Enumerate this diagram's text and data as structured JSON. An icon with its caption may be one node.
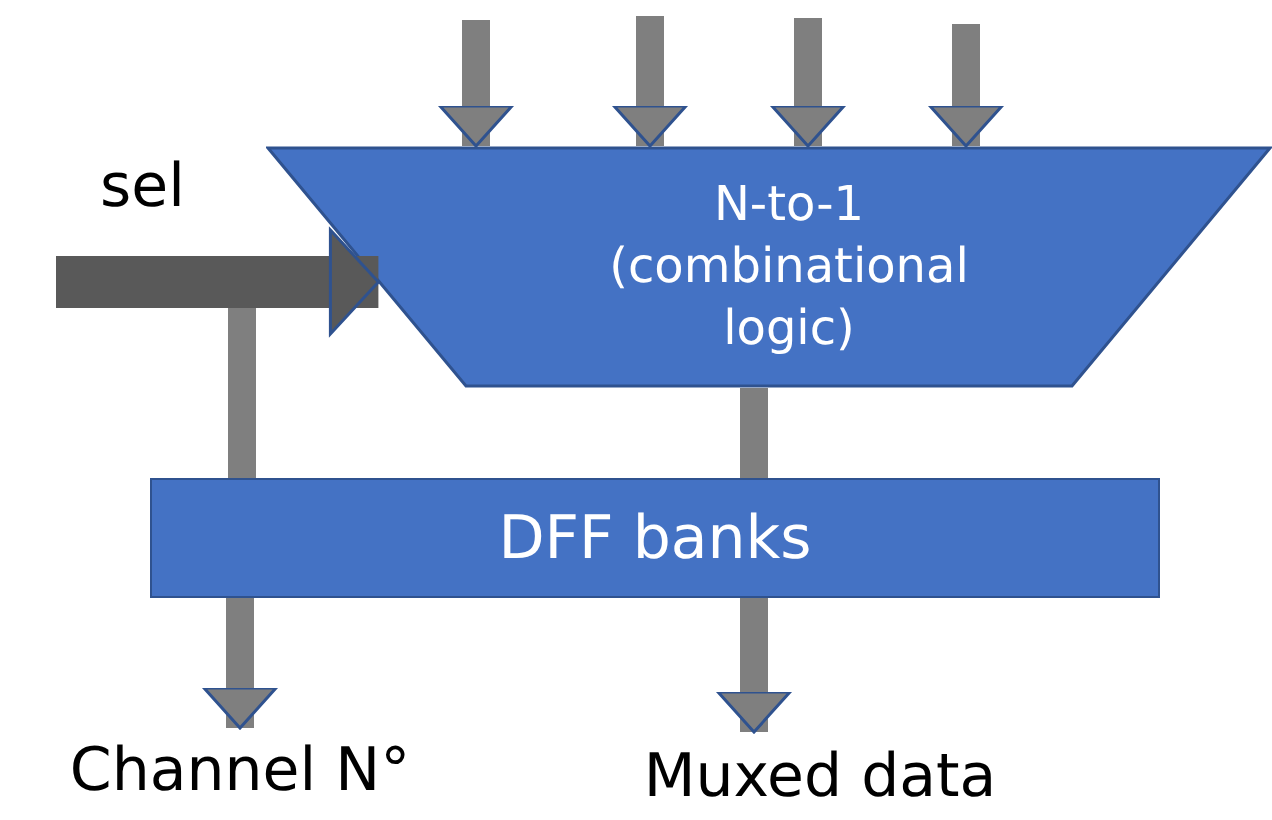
{
  "diagram": {
    "nodes": [
      {
        "text": [
          "N-to-1 (combinational logic)"
        ]
      },
      {
        "text": [
          "DFF banks"
        ]
      },
      {
        "text": [
          "Channel N°"
        ]
      },
      {
        "text": [
          "Muxed data"
        ]
      }
    ],
    "edges": [
      {
        "from": null,
        "to": 0,
        "arrow": "to"
      },
      {
        "from": null,
        "to": 0,
        "arrow": "to"
      },
      {
        "from": null,
        "to": 0,
        "arrow": "to"
      },
      {
        "from": null,
        "to": 0,
        "arrow": "to"
      },
      {
        "from": null,
        "to": 0,
        "arrow": "to",
        "label": "sel",
        "style": "thick",
        "color": "#595959"
      },
      {
        "from": null,
        "to": 1,
        "arrow": "none"
      },
      {
        "from": 0,
        "to": 1,
        "arrow": "none"
      },
      {
        "from": 1,
        "to": 2,
        "arrow": "to"
      },
      {
        "from": 1,
        "to": 3,
        "arrow": "to"
      }
    ]
  }
}
